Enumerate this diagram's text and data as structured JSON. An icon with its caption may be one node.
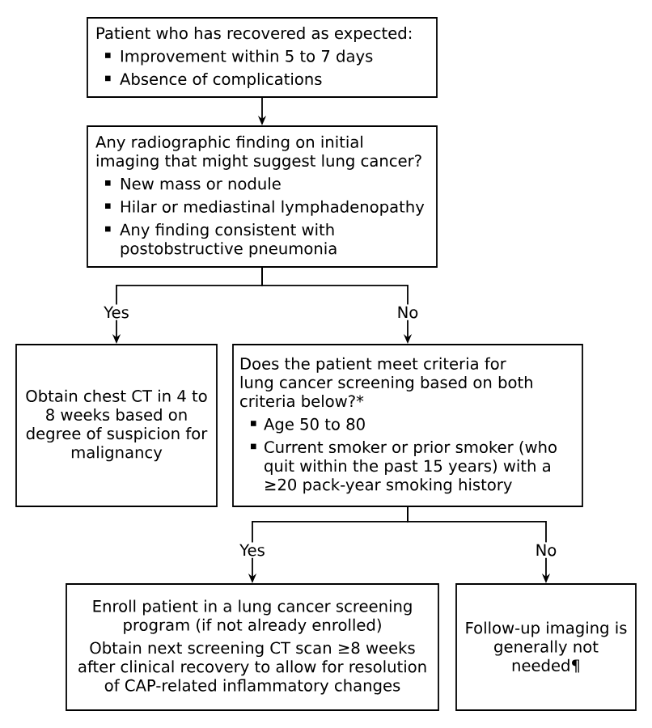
{
  "diagram": {
    "nodes": [
      {
        "text": [
          "Patient who has recovered as expected:",
          "Improvement within 5 to 7 days",
          "Absence of complications"
        ]
      },
      {
        "text": [
          "Any radiographic finding on initial imaging that might suggest lung cancer?",
          "New mass or nodule",
          "Hilar or mediastinal lymphadenopathy",
          "Any finding consistent with postobstructive pneumonia"
        ]
      },
      {
        "text": [
          "Obtain chest CT in 4 to 8 weeks based on degree of suspicion for malignancy"
        ]
      },
      {
        "text": [
          "Does the patient meet criteria for lung cancer screening based on both criteria below?*",
          "Age 50 to 80",
          "Current smoker or prior smoker (who quit within the past 15 years) with a ≥20 pack-year smoking history"
        ]
      },
      {
        "text": [
          "Enroll patient in a lung cancer screening program (if not already enrolled)",
          "Obtain next screening CT scan ≥8 weeks after clinical recovery to allow for resolution of CAP-related inflammatory changes"
        ]
      },
      {
        "text": [
          "Follow-up imaging is generally not needed¶"
        ]
      }
    ],
    "edges": [
      {
        "from": 0,
        "to": 1,
        "arrow": "to"
      },
      {
        "from": 1,
        "to": 2,
        "arrow": "to",
        "label": "Yes"
      },
      {
        "from": 1,
        "to": 3,
        "arrow": "to",
        "label": "No"
      },
      {
        "from": 3,
        "to": 4,
        "arrow": "to",
        "label": "Yes"
      },
      {
        "from": 3,
        "to": 5,
        "arrow": "to",
        "label": "No"
      }
    ]
  }
}
